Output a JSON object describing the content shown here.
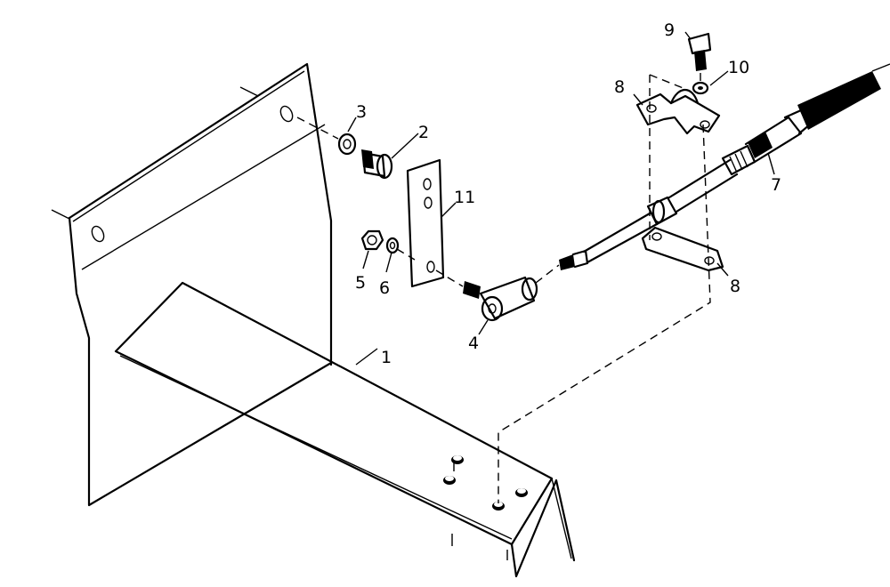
{
  "callouts": {
    "c1": "1",
    "c2": "2",
    "c3": "3",
    "c4": "4",
    "c5": "5",
    "c6": "6",
    "c7": "7",
    "c8a": "8",
    "c8b": "8",
    "c9": "9",
    "c10": "10",
    "c11": "11"
  }
}
